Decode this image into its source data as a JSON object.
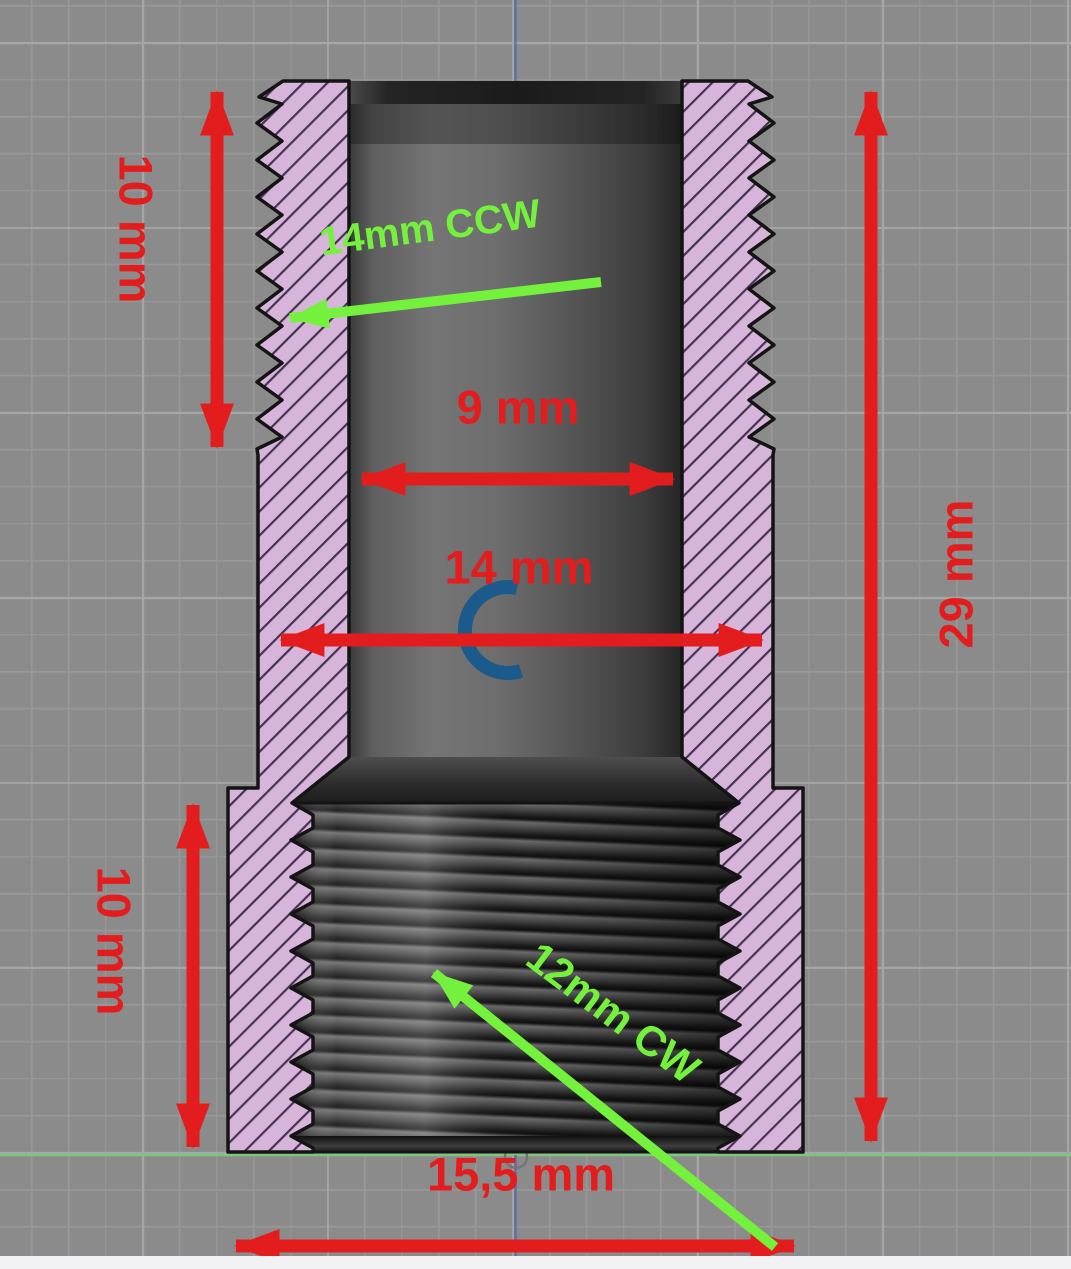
{
  "viewport": {
    "background_color": "#8b8b8b",
    "grid_minor_color": "#989898",
    "grid_major_color": "#a6a6a6",
    "ground_line_color": "#7ec57e",
    "vertical_axis_color": "#5b6ab0"
  },
  "part": {
    "description": "threaded adapter cross-section",
    "section_fill_color": "#d7b4d9",
    "hatch_color": "#342541",
    "outline_color": "#141414"
  },
  "annotation_colors": {
    "dimension_red": "#e31d1d",
    "thread_green": "#74f13c",
    "arc_blue": "#1c5a8c"
  },
  "dimensions": {
    "top_thread_length": "10 mm",
    "bore_diameter": "9 mm",
    "outer_diameter": "14 mm",
    "total_length": "29 mm",
    "bottom_thread_length": "10 mm",
    "bottom_width": "15,5 mm"
  },
  "thread_notes": {
    "top_thread": "14mm CCW",
    "bottom_thread": "12mm CW"
  }
}
